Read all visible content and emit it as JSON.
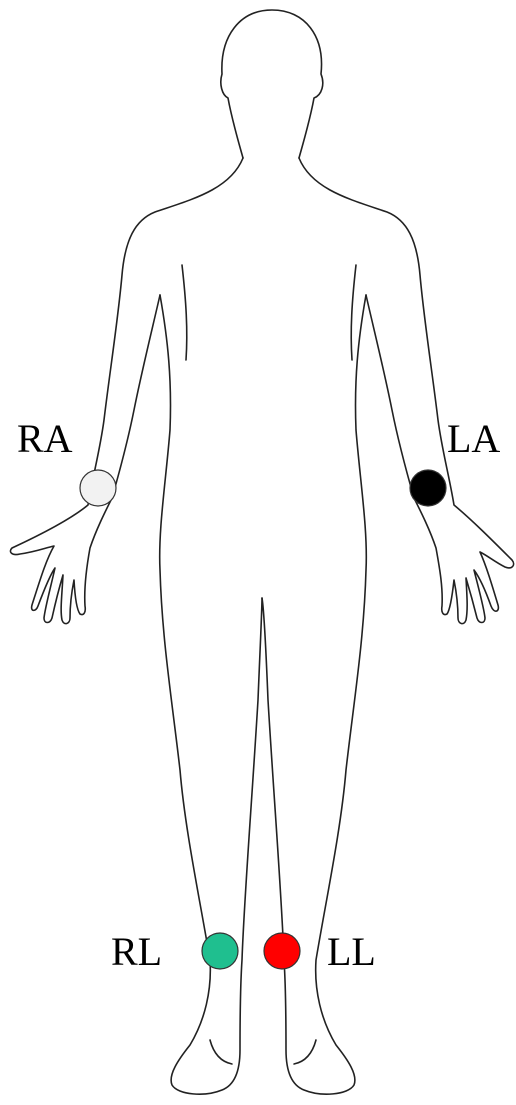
{
  "electrodes": [
    {
      "id": "ra",
      "label": "RA",
      "color": "#f2f2f2"
    },
    {
      "id": "la",
      "label": "LA",
      "color": "#000000"
    },
    {
      "id": "rl",
      "label": "RL",
      "color": "#1fbf8f"
    },
    {
      "id": "ll",
      "label": "LL",
      "color": "#ff0000"
    }
  ]
}
